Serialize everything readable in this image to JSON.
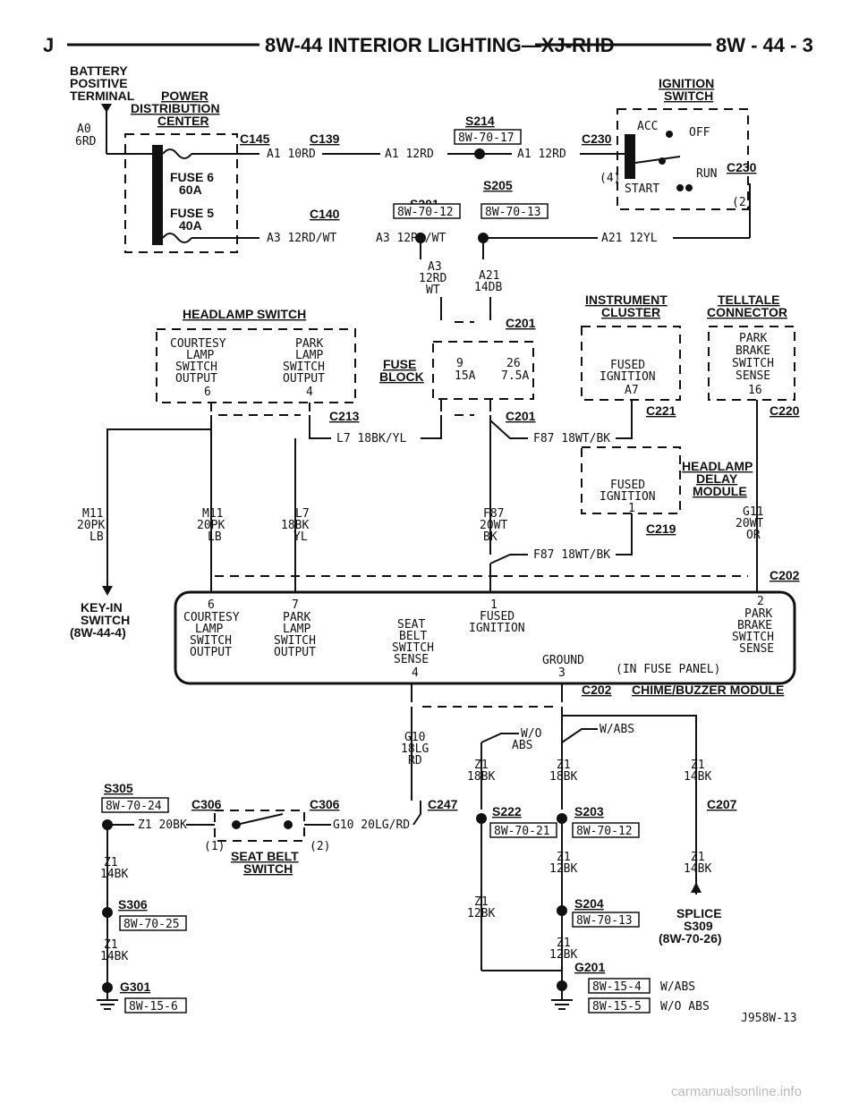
{
  "header": {
    "left": "J",
    "title": "8W-44 INTERIOR LIGHTING—XJ-RHD",
    "page": "8W - 44 - 3"
  },
  "battery": {
    "l1": "BATTERY",
    "l2": "POSITIVE",
    "l3": "TERMINAL",
    "wire1": "A0",
    "wire2": "6RD"
  },
  "pdc": {
    "l1": "POWER",
    "l2": "DISTRIBUTION",
    "l3": "CENTER",
    "fuse6a": "FUSE 6",
    "fuse6b": "60A",
    "fuse5a": "FUSE 5",
    "fuse5b": "40A"
  },
  "ignition": {
    "l1": "IGNITION",
    "l2": "SWITCH",
    "acc": "ACC",
    "off": "OFF",
    "run": "RUN",
    "start": "START",
    "p4": "(4)",
    "p2": "(2)"
  },
  "connectors": {
    "c145": "C145",
    "c139": "C139",
    "c140": "C140",
    "c230a": "C230",
    "c230b": "C230",
    "c201a": "C201",
    "c201b": "C201",
    "c213": "C213",
    "c221": "C221",
    "c220": "C220",
    "c219": "C219",
    "c202a": "C202",
    "c202b": "C202",
    "c247": "C247",
    "c207": "C207",
    "c306a": "C306",
    "c306b": "C306"
  },
  "splices": {
    "s214": "S214",
    "s214ref": "8W-70-17",
    "s201": "S201",
    "s201ref": "8W-70-12",
    "s205": "S205",
    "s205ref": "8W-70-13",
    "s305": "S305",
    "s305ref": "8W-70-24",
    "s222": "S222",
    "s222ref": "8W-70-21",
    "s203": "S203",
    "s203ref": "8W-70-12",
    "s306": "S306",
    "s306ref": "8W-70-25",
    "s204": "S204",
    "s204ref": "8W-70-13",
    "g301": "G301",
    "g301ref": "8W-15-6",
    "g201": "G201",
    "g201ref1": "8W-15-4",
    "g201ref2": "8W-15-5",
    "g201note1": "W/ABS",
    "g201note2": "W/O ABS",
    "s309l1": "SPLICE",
    "s309l2": "S309",
    "s309l3": "(8W-70-26)"
  },
  "wires": {
    "a1_10rd": "A1 10RD",
    "a1_12rd_a": "A1 12RD",
    "a1_12rd_b": "A1 12RD",
    "a3_a": "A3 12RD/WT",
    "a3_b": "A3 12RD/WT",
    "a21_12yl": "A21 12YL",
    "a3v1": "A3",
    "a3v2": "12RD",
    "a3v3": "WT",
    "a21v1": "A21",
    "a21v2": "14DB",
    "l7_18bkyl": "L7 18BK/YL",
    "f87_a": "F87 18WT/BK",
    "f87_b": "F87 18WT/BK",
    "m11a1": "M11",
    "m11a2": "20PK",
    "m11a3": "LB",
    "m11b1": "M11",
    "m11b2": "20PK",
    "m11b3": "LB",
    "l7v1": "L7",
    "l7v2": "18BK",
    "l7v3": "YL",
    "f87v1": "F87",
    "f87v2": "20WT",
    "f87v3": "BK",
    "g11v1": "G11",
    "g11v2": "20WT",
    "g11v3": "OR",
    "g10v1": "G10",
    "g10v2": "18LG",
    "g10v3": "RD",
    "z1a1": "Z1",
    "z1a2": "18BK",
    "z1b1": "Z1",
    "z1b2": "18BK",
    "z1c1": "Z1",
    "z1c2": "14BK",
    "z1d1": "Z1",
    "z1d2": "14BK",
    "z1e1": "Z1",
    "z1e2": "12BK",
    "z1f1": "Z1",
    "z1f2": "12BK",
    "z1g1": "Z1",
    "z1g2": "12BK",
    "z1h1": "Z1",
    "z1h2": "14BK",
    "z1i1": "Z1",
    "z1i2": "14BK",
    "wo_abs1": "W/O",
    "wo_abs2": "ABS",
    "w_abs": "W/ABS",
    "z1_20bk": "Z1 20BK",
    "g10_20lgrd": "G10 20LG/RD"
  },
  "headlamp_switch": {
    "title": "HEADLAMP SWITCH",
    "c1": "COURTESY",
    "c2": "LAMP",
    "c3": "SWITCH",
    "c4": "OUTPUT",
    "c5": "6",
    "p1": "PARK",
    "p2": "LAMP",
    "p3": "SWITCH",
    "p4": "OUTPUT",
    "p5": "4"
  },
  "fuse_block": {
    "l1": "FUSE",
    "l2": "BLOCK",
    "f9": "9",
    "f9a": "15A",
    "f26": "26",
    "f26a": "7.5A"
  },
  "instrument_cluster": {
    "l1": "INSTRUMENT",
    "l2": "CLUSTER",
    "fused": "FUSED",
    "ign": "IGNITION",
    "pin": "A7"
  },
  "telltale": {
    "l1": "TELLTALE",
    "l2": "CONNECTOR",
    "p1": "PARK",
    "p2": "BRAKE",
    "p3": "SWITCH",
    "p4": "SENSE",
    "pin": "16"
  },
  "headlamp_delay": {
    "l1": "HEADLAMP",
    "l2": "DELAY",
    "l3": "MODULE",
    "fused": "FUSED",
    "ign": "IGNITION",
    "pin": "1"
  },
  "keyin": {
    "l1": "KEY-IN",
    "l2": "SWITCH",
    "l3": "(8W-44-4)"
  },
  "chime": {
    "title": "CHIME/BUZZER MODULE",
    "p6": "6",
    "p6a": "COURTESY",
    "p6b": "LAMP",
    "p6c": "SWITCH",
    "p6d": "OUTPUT",
    "p7": "7",
    "p7a": "PARK",
    "p7b": "LAMP",
    "p7c": "SWITCH",
    "p7d": "OUTPUT",
    "p4a": "SEAT",
    "p4b": "BELT",
    "p4c": "SWITCH",
    "p4d": "SENSE",
    "p4": "4",
    "p1": "1",
    "p1a": "FUSED",
    "p1b": "IGNITION",
    "p3a": "GROUND",
    "p3": "3",
    "p2": "2",
    "p2a": "PARK",
    "p2b": "BRAKE",
    "p2c": "SWITCH",
    "p2d": "SENSE",
    "infuse": "(IN FUSE PANEL)"
  },
  "seatbelt": {
    "l1": "SEAT BELT",
    "l2": "SWITCH",
    "p1": "(1)",
    "p2": "(2)"
  },
  "figure_id": "J958W-13",
  "watermark": "carmanualsonline.info"
}
